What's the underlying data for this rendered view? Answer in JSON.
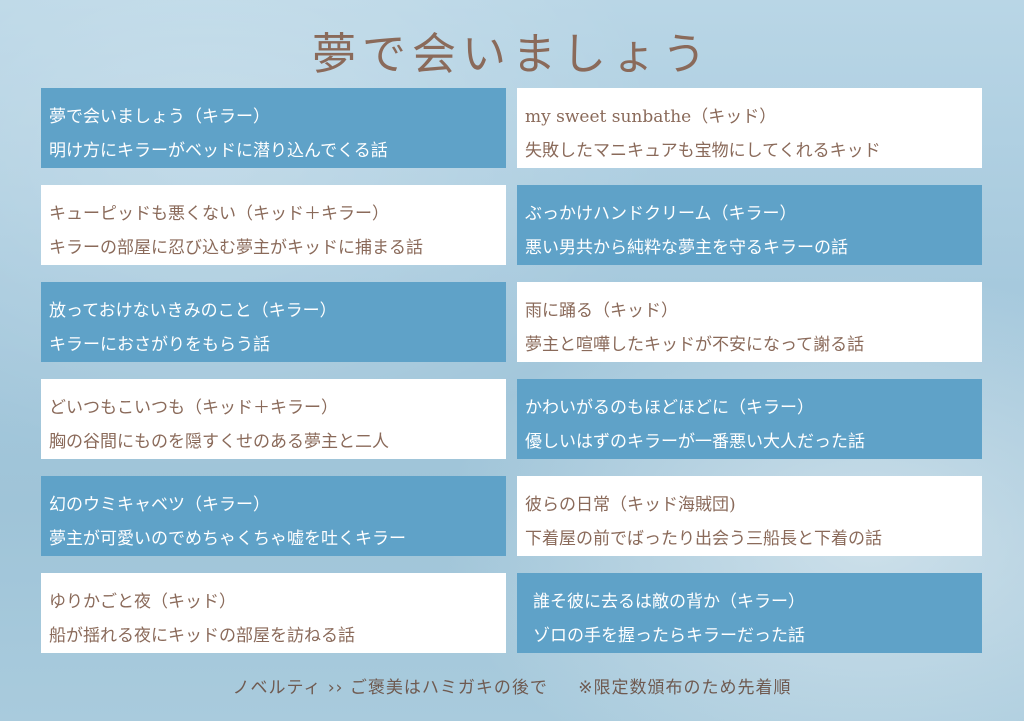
{
  "title": "夢で会いましょう",
  "stories": [
    {
      "title": "夢で会いましょう（キラー）",
      "desc": "明け方にキラーがベッドに潜り込んでくる話"
    },
    {
      "title": "my sweet sunbathe（キッド）",
      "desc": "失敗したマニキュアも宝物にしてくれるキッド"
    },
    {
      "title": "キューピッドも悪くない（キッド＋キラー）",
      "desc": "キラーの部屋に忍び込む夢主がキッドに捕まる話"
    },
    {
      "title": "ぶっかけハンドクリーム（キラー）",
      "desc": "悪い男共から純粋な夢主を守るキラーの話"
    },
    {
      "title": "放っておけないきみのこと（キラー）",
      "desc": "キラーにおさがりをもらう話"
    },
    {
      "title": "雨に踊る（キッド）",
      "desc": "夢主と喧嘩したキッドが不安になって謝る話"
    },
    {
      "title": "どいつもこいつも（キッド＋キラー）",
      "desc": "胸の谷間にものを隠すくせのある夢主と二人"
    },
    {
      "title": "かわいがるのもほどほどに（キラー）",
      "desc": "優しいはずのキラーが一番悪い大人だった話"
    },
    {
      "title": "幻のウミキャベツ（キラー）",
      "desc": "夢主が可愛いのでめちゃくちゃ嘘を吐くキラー"
    },
    {
      "title": "彼らの日常（キッド海賊団)",
      "desc": "下着屋の前でばったり出会う三船長と下着の話"
    },
    {
      "title": "ゆりかごと夜（キッド）",
      "desc": "船が揺れる夜にキッドの部屋を訪ねる話"
    },
    {
      "title": "誰そ彼に去るは敵の背か（キラー）",
      "desc": "ゾロの手を握ったらキラーだった話"
    }
  ],
  "footer": {
    "novelty": "ノベルティ ›› ご褒美はハミガキの後で",
    "note": "※限定数頒布のため先着順"
  },
  "colors": {
    "card_blue": "#5fa2c8",
    "card_white": "#ffffff",
    "text_brown": "#8a6a5a"
  }
}
